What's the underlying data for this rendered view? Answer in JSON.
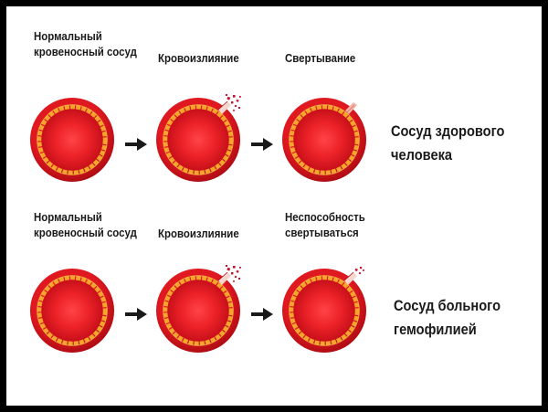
{
  "colors": {
    "frame": "#000000",
    "background": "#ffffff",
    "vessel_wall": "#d01418",
    "vessel_inner": "#e61a22",
    "vessel_center": "#ff3b40",
    "fat_ring": "#f3a52a",
    "blood_drops": "#c8102e",
    "clot": "#f7b4a8",
    "arrow": "#1a1a1a",
    "text": "#1a1a1a"
  },
  "rows": [
    {
      "stages": [
        {
          "caption_lines": [
            "Нормальный",
            "кровеносный сосуд"
          ],
          "vessel": "normal"
        },
        {
          "caption_lines": [
            "Кровоизлияние"
          ],
          "vessel": "bleeding"
        },
        {
          "caption_lines": [
            "Свертывание"
          ],
          "vessel": "clotting"
        }
      ],
      "label_lines": [
        "Сосуд здорового",
        "человека"
      ]
    },
    {
      "stages": [
        {
          "caption_lines": [
            "Нормальный",
            "кровеносный сосуд"
          ],
          "vessel": "normal"
        },
        {
          "caption_lines": [
            "Кровоизлияние"
          ],
          "vessel": "bleeding"
        },
        {
          "caption_lines": [
            "Неспособность",
            "свертываться"
          ],
          "vessel": "no-clotting"
        }
      ],
      "label_lines": [
        "Сосуд больного",
        "гемофилией"
      ]
    }
  ]
}
